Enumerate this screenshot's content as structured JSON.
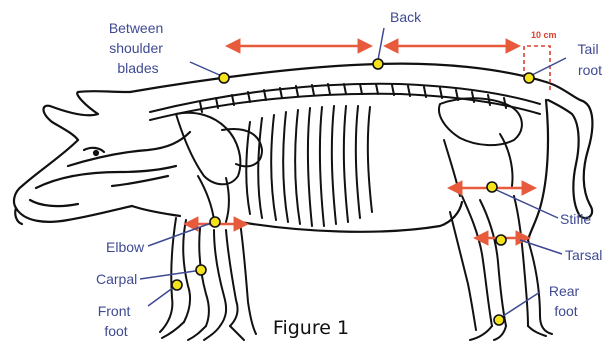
{
  "figure_caption": "Figure 1",
  "measure_label": "10 cm",
  "points": {
    "between_shoulder_blades": [
      "Between",
      "shoulder",
      "blades"
    ],
    "back": "Back",
    "tail_root": [
      "Tail",
      "root"
    ],
    "elbow": "Elbow",
    "carpal": "Carpal",
    "front_foot": [
      "Front",
      "foot"
    ],
    "stifle": "Stifle",
    "tarsal": "Tarsal",
    "rear_foot": [
      "Rear",
      "foot"
    ]
  },
  "colors": {
    "outline": "#111111",
    "label_text": "#3f4a93",
    "leader_line": "#3f4a93",
    "arrow": "#e85a3c",
    "marker_fill": "#f4e21c",
    "marker_ring": "#111111",
    "dashed_guide": "#d9412e"
  },
  "icons": {
    "marker": "yellow-dot-icon",
    "arrow": "double-headed-arrow-icon"
  }
}
